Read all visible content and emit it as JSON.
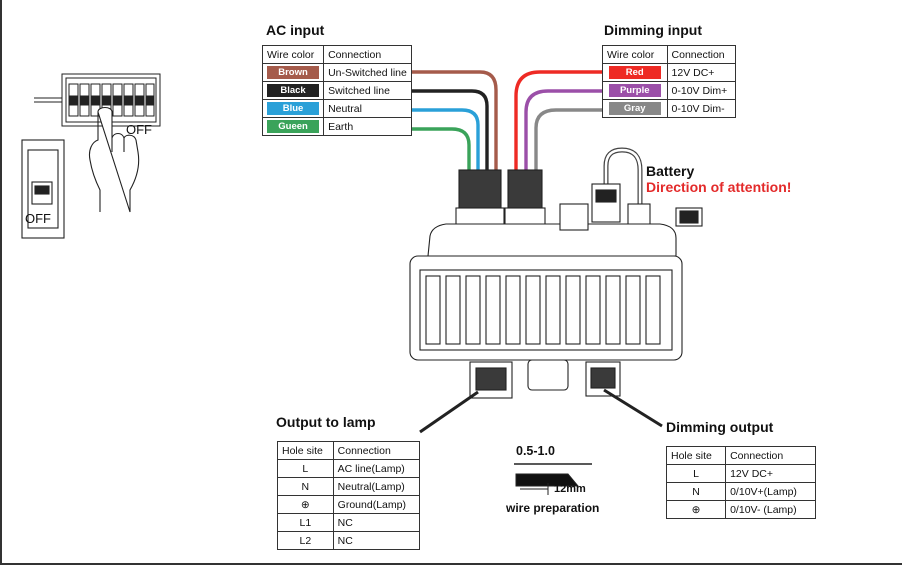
{
  "ac_input": {
    "title": "AC input",
    "headers": [
      "Wire color",
      "Connection"
    ],
    "rows": [
      {
        "color_name": "Brown",
        "color": "#a55b4b",
        "connection": "Un-Switched line"
      },
      {
        "color_name": "Black",
        "color": "#222222",
        "connection": "Switched line"
      },
      {
        "color_name": "Blue",
        "color": "#2aa0d8",
        "connection": "Neutral"
      },
      {
        "color_name": "Gueen",
        "color": "#3aa35a",
        "connection": "Earth"
      }
    ]
  },
  "dimming_input": {
    "title": "Dimming input",
    "headers": [
      "Wire color",
      "Connection"
    ],
    "rows": [
      {
        "color_name": "Red",
        "color": "#ee2a24",
        "connection": "12V DC+"
      },
      {
        "color_name": "Purple",
        "color": "#9b4fa8",
        "connection": "0-10V Dim+"
      },
      {
        "color_name": "Gray",
        "color": "#888888",
        "connection": "0-10V Dim-"
      }
    ]
  },
  "output_to_lamp": {
    "title": "Output to lamp",
    "headers": [
      "Hole site",
      "Connection"
    ],
    "rows": [
      {
        "hole": "L",
        "connection": "AC line(Lamp)"
      },
      {
        "hole": "N",
        "connection": "Neutral(Lamp)"
      },
      {
        "hole": "⊕",
        "connection": "Ground(Lamp)"
      },
      {
        "hole": "L1",
        "connection": "NC"
      },
      {
        "hole": "L2",
        "connection": "NC"
      }
    ]
  },
  "dimming_output": {
    "title": "Dimming output",
    "headers": [
      "Hole site",
      "Connection"
    ],
    "rows": [
      {
        "hole": "L",
        "connection": "12V DC+"
      },
      {
        "hole": "N",
        "connection": "0/10V+(Lamp)"
      },
      {
        "hole": "⊕",
        "connection": "0/10V- (Lamp)"
      }
    ]
  },
  "battery": {
    "title": "Battery",
    "warning": "Direction of attention!"
  },
  "switches": {
    "breaker_label": "OFF",
    "breaker_cutout_label": "OFF"
  },
  "wire_prep": {
    "gauge": "0.5-1.0",
    "length": "12mm",
    "caption": "wire preparation"
  },
  "colors": {
    "warning": "#e32a2a"
  }
}
